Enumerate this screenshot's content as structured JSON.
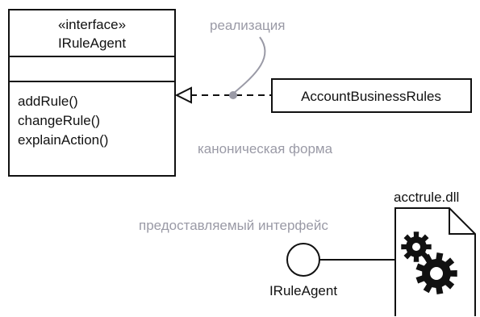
{
  "interface_class": {
    "stereotype": "«interface»",
    "name": "IRuleAgent",
    "operations": [
      "addRule()",
      "changeRule()",
      "explainAction()"
    ]
  },
  "implementing_class": {
    "name": "AccountBusinessRules"
  },
  "notes": {
    "realization": "реализация",
    "canonical_form": "каноническая форма",
    "provided_interface": "предоставляемый интерфейс"
  },
  "component": {
    "file_name": "acctrule.dll",
    "lollipop_label": "IRuleAgent",
    "icon": "gears-icon"
  },
  "colors": {
    "ink": "#111111",
    "note": "#9a9aa6"
  }
}
